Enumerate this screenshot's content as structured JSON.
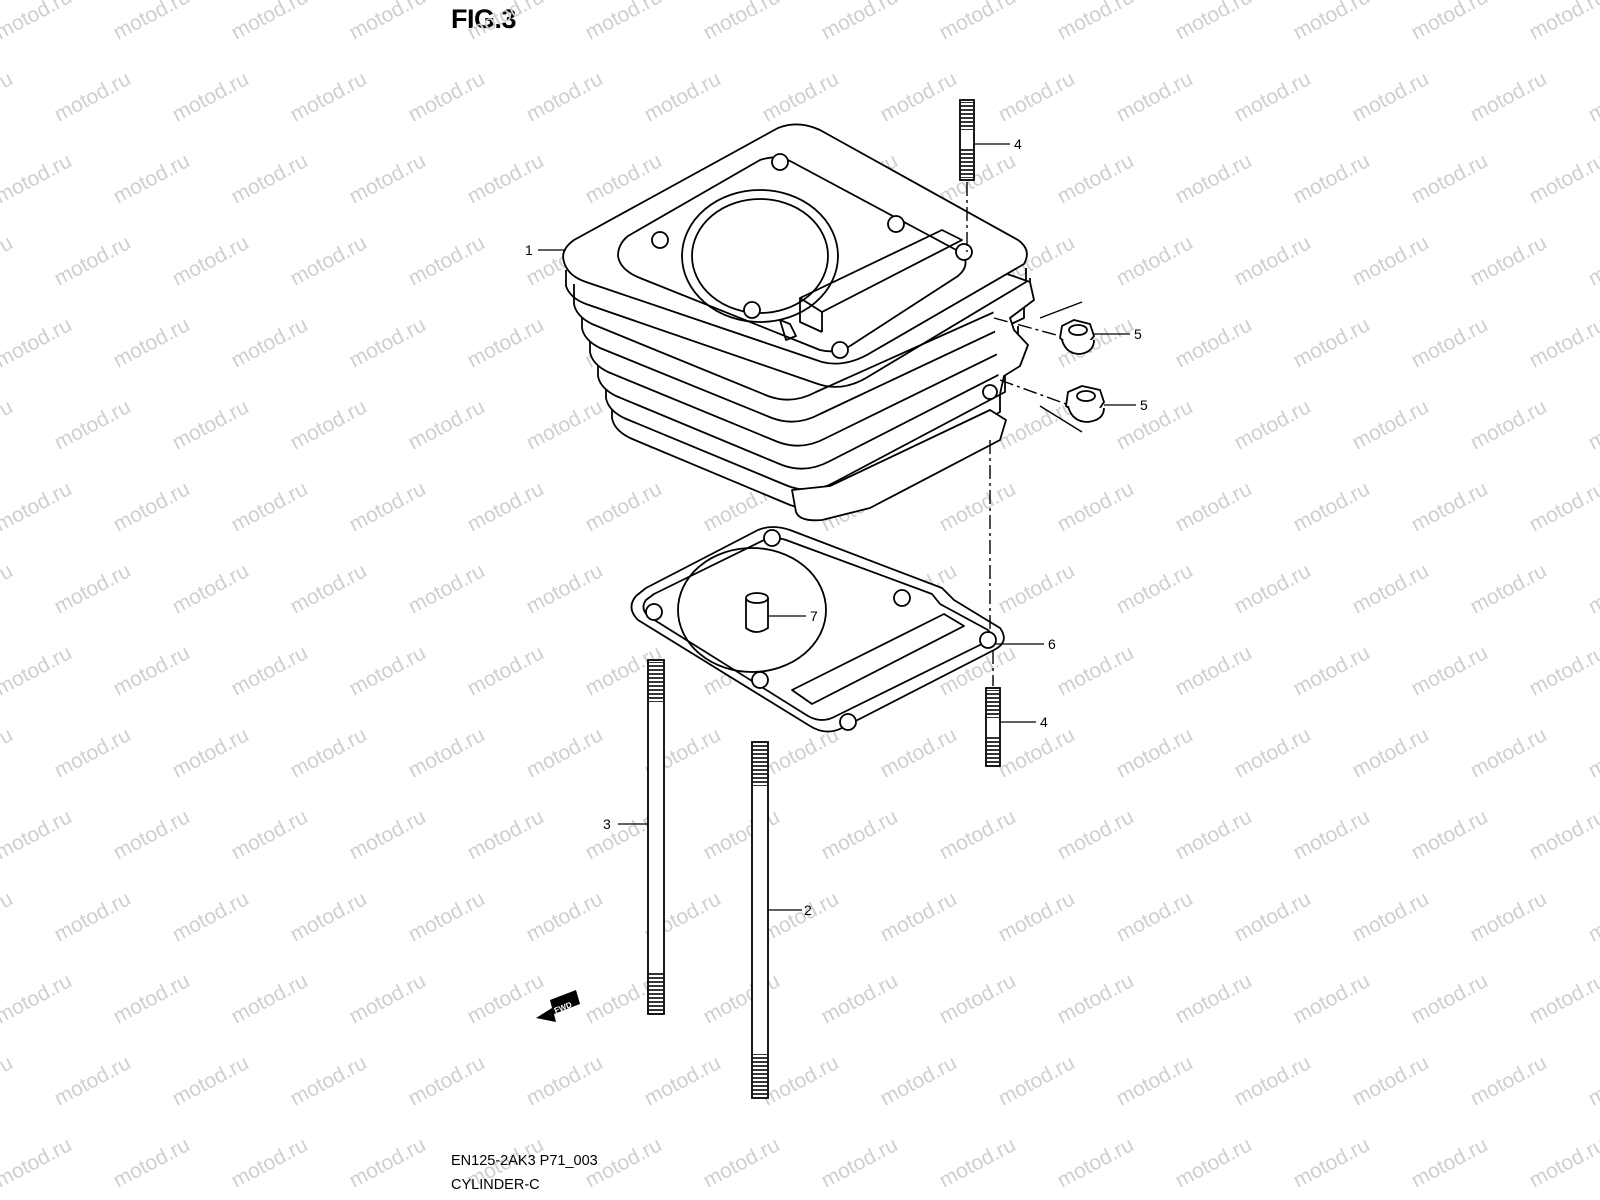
{
  "figure": {
    "title": "FIG.3"
  },
  "watermark": {
    "text": "motod.ru"
  },
  "footer": {
    "code": "EN125-2AK3 P71_003",
    "name": "CYLINDER-C"
  },
  "fwd_arrow": {
    "label": "FWD"
  },
  "callouts": [
    {
      "id": "c1",
      "num": "1"
    },
    {
      "id": "c2",
      "num": "2"
    },
    {
      "id": "c3",
      "num": "3"
    },
    {
      "id": "c4a",
      "num": "4"
    },
    {
      "id": "c4b",
      "num": "4"
    },
    {
      "id": "c5a",
      "num": "5"
    },
    {
      "id": "c5b",
      "num": "5"
    },
    {
      "id": "c6",
      "num": "6"
    },
    {
      "id": "c7",
      "num": "7"
    }
  ]
}
